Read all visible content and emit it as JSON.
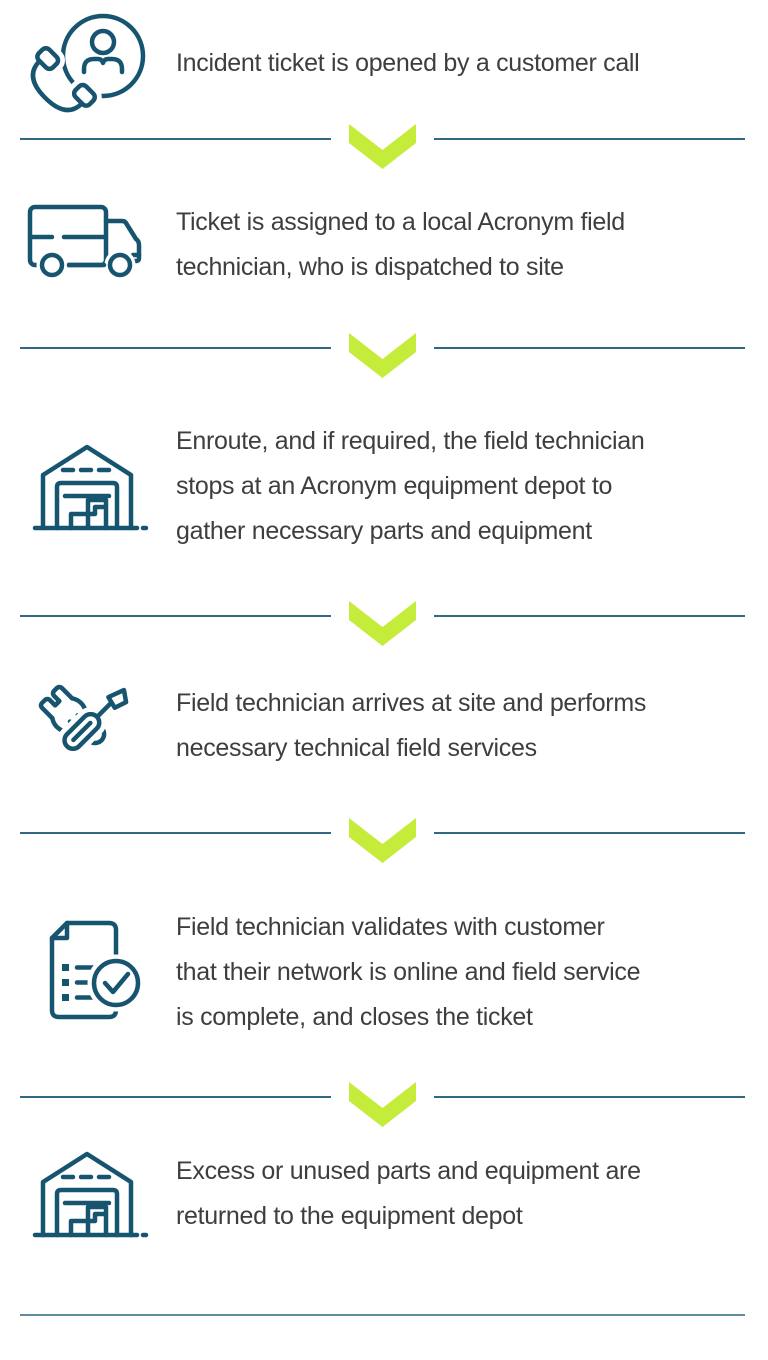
{
  "colors": {
    "icon": "#175470",
    "divider_line": "#2f6a82",
    "chevron": "#c5ec3b",
    "bottom_line": "#5d8ba0",
    "text": "#3e3e40"
  },
  "process": {
    "steps": [
      {
        "icon": "customer-call-icon",
        "text": "Incident ticket is opened by a customer call"
      },
      {
        "icon": "truck-icon",
        "text": "Ticket is assigned to a local Acronym field\ntechnician, who is dispatched to site"
      },
      {
        "icon": "warehouse-icon",
        "text": "Enroute, and if required, the field technician\nstops at an Acronym equipment depot to\ngather necessary parts and equipment"
      },
      {
        "icon": "tools-icon",
        "text": "Field technician arrives at site and performs\nnecessary technical field services"
      },
      {
        "icon": "document-check-icon",
        "text": "Field technician validates with customer\nthat their network is online and field service\nis complete, and closes the ticket"
      },
      {
        "icon": "warehouse-icon",
        "text": "Excess or unused parts and equipment are\nreturned to the equipment depot"
      }
    ]
  }
}
